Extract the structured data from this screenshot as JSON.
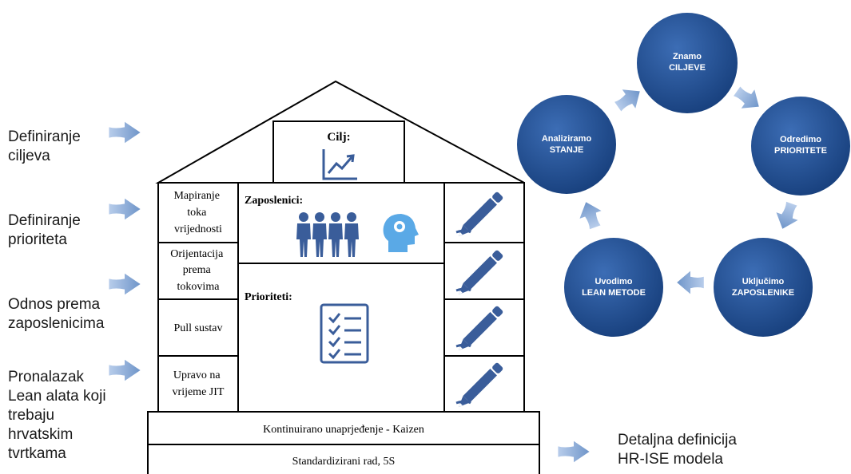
{
  "left_labels": [
    {
      "text": "Definiranje\nciljeva"
    },
    {
      "text": "Definiranje\nprioriteta"
    },
    {
      "text": "Odnos prema\nzaposlenicima"
    },
    {
      "text": "Pronalazak\nLean alata koji\ntrebaju\nhrvatskim\ntvrtkama"
    }
  ],
  "house": {
    "goal_title": "Cilj:",
    "left_column": [
      [
        "Mapiranje",
        "toka",
        "vrijednosti"
      ],
      [
        "Orijentacija",
        "prema",
        "tokovima"
      ],
      [
        "Pull sustav"
      ],
      [
        "Upravo na",
        "vrijeme JIT"
      ]
    ],
    "employees_title": "Zaposlenici:",
    "priorities_title": "Prioriteti:",
    "kaizen": "Kontinuirano unaprjeđenje - Kaizen",
    "standard": "Standardizirani rad, 5S"
  },
  "right_label": "Detaljna definicija\nHR-ISE modela",
  "cycle": [
    {
      "line1": "Znamo",
      "line2": "CILJEVE"
    },
    {
      "line1": "Odredimo",
      "line2": "PRIORITETE"
    },
    {
      "line1": "Uključimo",
      "line2": "ZAPOSLENIKE"
    },
    {
      "line1": "Uvodimo",
      "line2": "LEAN METODE"
    },
    {
      "line1": "Analiziramo",
      "line2": "STANJE"
    }
  ],
  "colors": {
    "node_fill": "#1f4e92",
    "arrow_fill": "#7fa4d4",
    "icon_color": "#3a5d9a",
    "gear_color": "#5aa9e6"
  }
}
